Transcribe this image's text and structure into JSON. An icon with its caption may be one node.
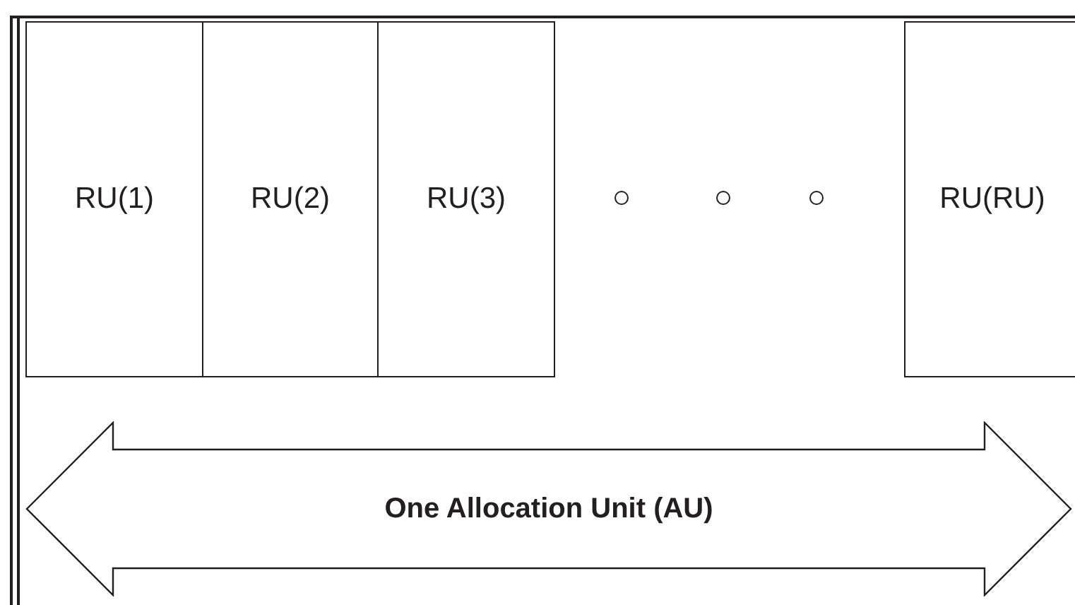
{
  "diagram": {
    "nodes": [
      {
        "text": [
          "RU(1)"
        ]
      },
      {
        "text": [
          "RU(2)"
        ]
      },
      {
        "text": [
          "RU(3)"
        ]
      },
      {
        "text": [
          "RU(RU)"
        ]
      },
      {
        "text": [
          "One Allocation Unit (AU)"
        ]
      }
    ]
  }
}
